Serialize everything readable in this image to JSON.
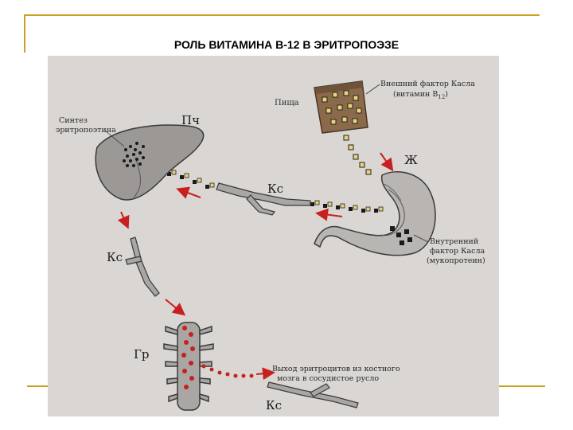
{
  "slide": {
    "title": "РОЛЬ ВИТАМИНА В-12 В ЭРИТРОПОЭЗЕ"
  },
  "diagram": {
    "labels": {
      "food": "Пища",
      "extrinsic_factor_line1": "Внешний фактор Касла",
      "extrinsic_factor_line2": "(витамин В",
      "extrinsic_factor_sub": "12",
      "extrinsic_factor_close": ")",
      "erythropoietin_line1": "Синтез",
      "erythropoietin_line2": "эритропоэтина",
      "liver": "Пч",
      "stomach": "Ж",
      "blood_vessel_1": "Кс",
      "blood_vessel_2": "Кс",
      "blood_vessel_3": "Кс",
      "bone_marrow": "Гр",
      "intrinsic_factor_line1": "Внутренний",
      "intrinsic_factor_line2": "фактор Касла",
      "intrinsic_factor_line3": "(мукопротеин)",
      "erythrocyte_exit_line1": "Выход эритроцитов из костного",
      "erythrocyte_exit_line2": "мозга в сосудистое русло"
    },
    "colors": {
      "background": "#d9d6d3",
      "arrow_red": "#c8201e",
      "organ_gray": "#9b9896",
      "organ_outline": "#3a3a3a",
      "food_brown": "#8a6a4a",
      "b12_yellow": "#e8d27a",
      "intrinsic_black": "#1a1a1a",
      "accent_gold": "#c9a227"
    }
  }
}
